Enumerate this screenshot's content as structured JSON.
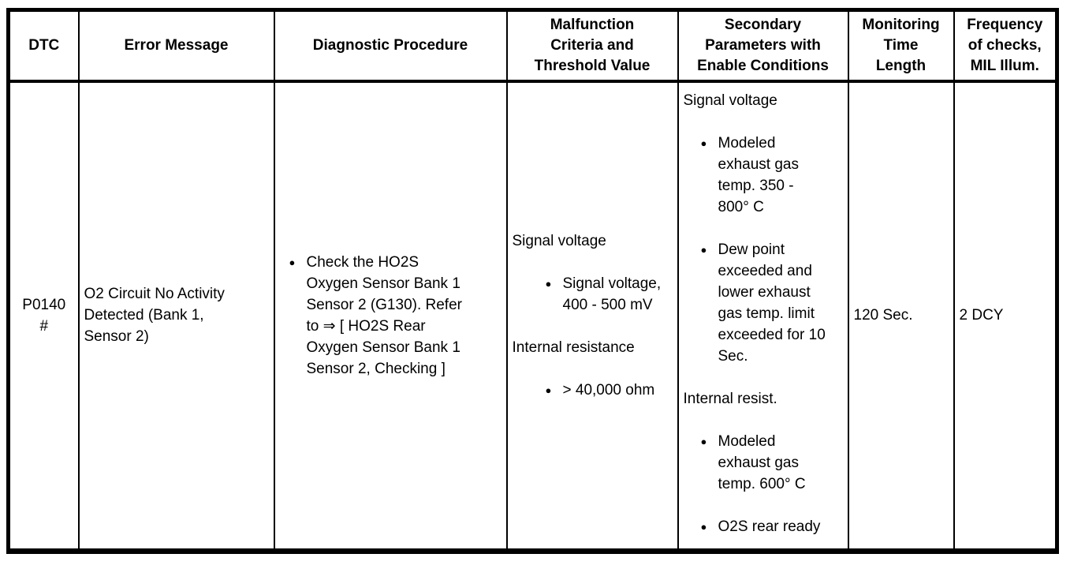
{
  "colors": {
    "border": "#000000",
    "text": "#000000",
    "background": "#ffffff"
  },
  "table": {
    "headers": [
      "DTC",
      "Error Message",
      "Diagnostic Procedure",
      "Malfunction\nCriteria and\nThreshold Value",
      "Secondary\nParameters with\nEnable Conditions",
      "Monitoring\nTime\nLength",
      "Frequency\nof checks,\nMIL Illum."
    ],
    "row": {
      "dtc": "P0140\n#",
      "error_message": "O2 Circuit No Activity\nDetected (Bank 1,\nSensor 2)",
      "diagnostic_procedure": [
        {
          "type": "bullet",
          "text": "Check the HO2S\nOxygen Sensor Bank 1\nSensor 2 (G130). Refer\nto ⇒ [ HO2S Rear\nOxygen Sensor Bank 1\nSensor 2, Checking ]"
        }
      ],
      "malfunction_criteria": [
        {
          "type": "label",
          "text": "Signal voltage"
        },
        {
          "type": "bullet",
          "text": "Signal voltage,\n400 - 500 mV"
        },
        {
          "type": "label",
          "text": "Internal resistance"
        },
        {
          "type": "bullet",
          "text": "> 40,000 ohm"
        }
      ],
      "secondary_parameters": [
        {
          "type": "label",
          "text": "Signal voltage"
        },
        {
          "type": "bullet",
          "text": "Modeled\nexhaust gas\ntemp. 350 -\n800° C"
        },
        {
          "type": "bullet",
          "text": "Dew point\nexceeded and\nlower exhaust\ngas temp. limit\nexceeded for 10\nSec."
        },
        {
          "type": "label",
          "text": "Internal resist."
        },
        {
          "type": "bullet",
          "text": "Modeled\nexhaust gas\ntemp. 600° C"
        },
        {
          "type": "bullet",
          "text": "O2S rear ready"
        }
      ],
      "monitoring_time_length": "120 Sec.",
      "frequency_of_checks": "2 DCY"
    }
  }
}
